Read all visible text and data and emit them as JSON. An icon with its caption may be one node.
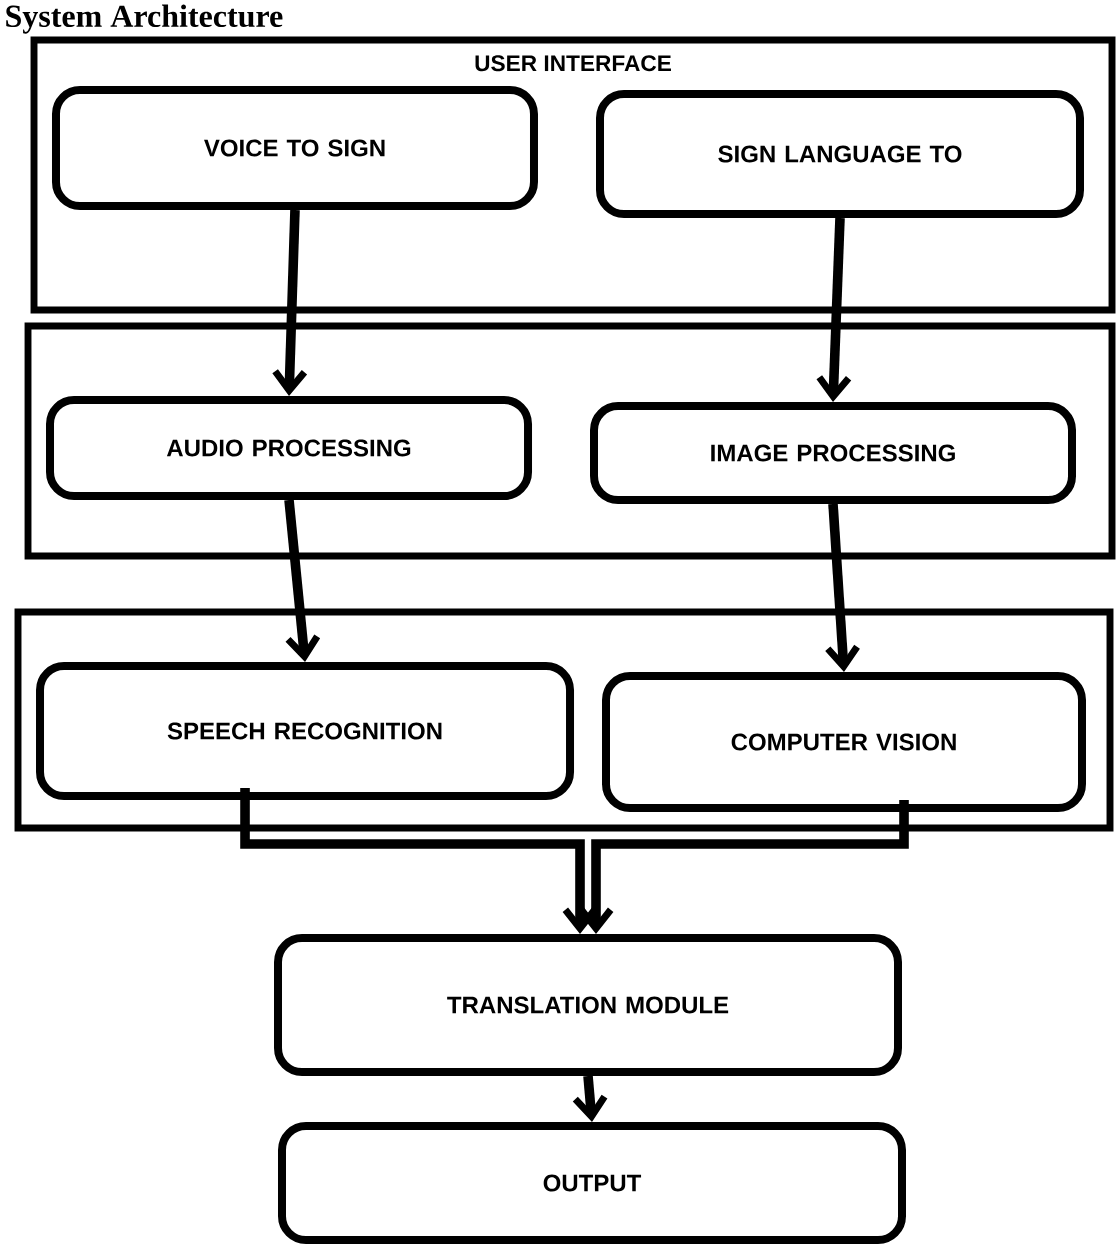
{
  "diagram": {
    "title": "System Architecture",
    "nodes": [
      {
        "text": [
          "USER INTERFACE"
        ]
      },
      {
        "text": [
          "VOICE TO SIGN"
        ],
        "in": 0
      },
      {
        "text": [
          "SIGN LANGUAGE TO"
        ],
        "in": 0
      },
      {
        "text": [],
        "shape": "box"
      },
      {
        "text": [
          "AUDIO PROCESSING"
        ],
        "in": 3
      },
      {
        "text": [
          "IMAGE PROCESSING"
        ],
        "in": 3
      },
      {
        "text": [],
        "shape": "box"
      },
      {
        "text": [
          "SPEECH RECOGNITION"
        ],
        "in": 6
      },
      {
        "text": [
          "COMPUTER VISION"
        ],
        "in": 6
      },
      {
        "text": [
          "TRANSLATION MODULE"
        ]
      },
      {
        "text": [
          "OUTPUT"
        ]
      }
    ],
    "edges": [
      {
        "from": 1,
        "to": 4,
        "arrow": "to"
      },
      {
        "from": 2,
        "to": 5,
        "arrow": "to"
      },
      {
        "from": 4,
        "to": 7,
        "arrow": "to"
      },
      {
        "from": 5,
        "to": 8,
        "arrow": "to"
      },
      {
        "from": 7,
        "to": 9,
        "arrow": "to"
      },
      {
        "from": 8,
        "to": 9,
        "arrow": "to"
      },
      {
        "from": 9,
        "to": 10,
        "arrow": "to"
      }
    ]
  }
}
